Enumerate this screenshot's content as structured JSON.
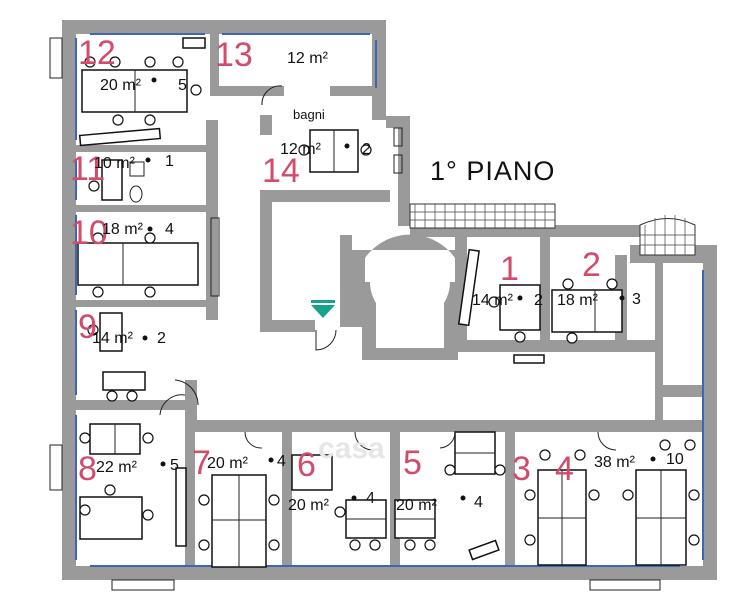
{
  "floor_label": "1° PIANO",
  "bathroom_label": "bagni",
  "watermark": "casa",
  "rooms": [
    {
      "number": "12",
      "area": "20 m²",
      "workstations": "5"
    },
    {
      "number": "13",
      "area": "12 m²",
      "workstations": ""
    },
    {
      "number": "14",
      "area": "12 m²",
      "workstations": "2"
    },
    {
      "number": "11",
      "area": "10 m²",
      "workstations": "1"
    },
    {
      "number": "10",
      "area": "18 m²",
      "workstations": "4"
    },
    {
      "number": "9",
      "area": "14 m²",
      "workstations": "2"
    },
    {
      "number": "1",
      "area": "14 m²",
      "workstations": "2"
    },
    {
      "number": "2",
      "area": "18 m²",
      "workstations": "3"
    },
    {
      "number": "8",
      "area": "22 m²",
      "workstations": "5"
    },
    {
      "number": "7",
      "area": "20 m²",
      "workstations": "4"
    },
    {
      "number": "6",
      "area": "20 m²",
      "workstations": "4"
    },
    {
      "number": "5",
      "area": "20 m²",
      "workstations": "4"
    },
    {
      "number": "3",
      "area": "",
      "workstations": ""
    },
    {
      "number": "4",
      "area": "38 m²",
      "workstations": "10"
    }
  ],
  "colors": {
    "wall": "#9a9a9a",
    "room_number": "#d24b6a",
    "window": "#3f67b0",
    "entrance_marker": "#17a38a"
  }
}
